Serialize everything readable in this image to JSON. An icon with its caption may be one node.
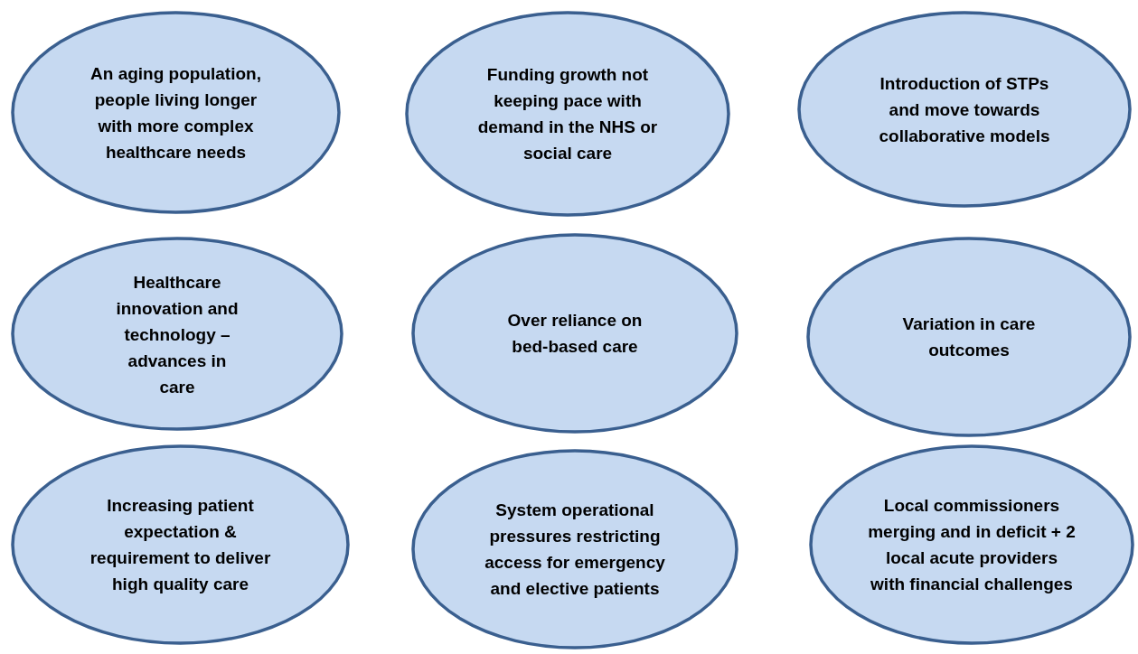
{
  "diagram": {
    "nodes": [
      {
        "text": [
          "An aging population, people living longer with more complex healthcare needs"
        ]
      },
      {
        "text": [
          "Funding growth not keeping pace with demand in the NHS or social care"
        ]
      },
      {
        "text": [
          "Introduction of STPs and move towards collaborative models"
        ]
      },
      {
        "text": [
          "Healthcare innovation and technology – advances in care"
        ]
      },
      {
        "text": [
          "Over reliance on bed-based care"
        ]
      },
      {
        "text": [
          "Variation in care outcomes"
        ]
      },
      {
        "text": [
          "Increasing patient expectation & requirement to deliver high quality care"
        ]
      },
      {
        "text": [
          "System operational pressures restricting access for emergency and elective patients"
        ]
      },
      {
        "text": [
          "Local commissioners merging and in deficit + 2 local acute providers with financial challenges"
        ]
      }
    ]
  }
}
